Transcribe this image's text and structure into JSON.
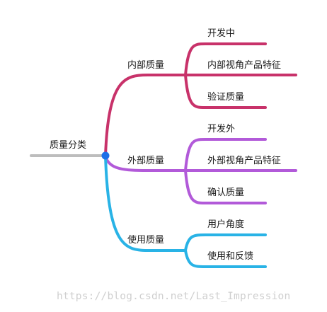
{
  "mindmap": {
    "root": {
      "label": "质量分类",
      "color": "#bdbdbd"
    },
    "joint_color": "#1e6fe8",
    "branches": [
      {
        "label": "内部质量",
        "color": "#c8326a",
        "children": [
          {
            "label": "开发中"
          },
          {
            "label": "内部视角产品特征"
          },
          {
            "label": "验证质量"
          }
        ]
      },
      {
        "label": "外部质量",
        "color": "#b25ad9",
        "children": [
          {
            "label": "开发外"
          },
          {
            "label": "外部视角产品特征"
          },
          {
            "label": "确认质量"
          }
        ]
      },
      {
        "label": "使用质量",
        "color": "#29b3e6",
        "children": [
          {
            "label": "用户角度"
          },
          {
            "label": "使用和反馈"
          }
        ]
      }
    ]
  },
  "watermark": {
    "text": "https://blog.csdn.net/Last_Impression"
  }
}
